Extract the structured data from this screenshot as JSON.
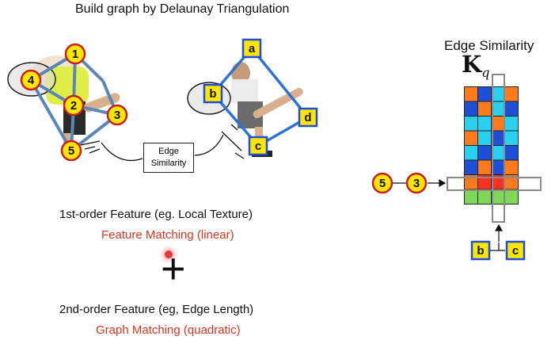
{
  "title": "Build graph by Delaunay Triangulation",
  "edge_similarity_box": [
    "Edge",
    "Similarity"
  ],
  "matrix": {
    "title": "Edge Similarity",
    "symbol_main": "K",
    "symbol_sub": "q",
    "column_colors": [
      [
        "#ff7a1a",
        "#1f4fd6",
        "#2ad0f0",
        "#ff7a1a"
      ],
      [
        "#1f4fd6",
        "#ff7a1a",
        "#2ad0f0",
        "#1f4fd6"
      ],
      [
        "#2ad0f0",
        "#2ad0f0",
        "#ff7a1a",
        "#2ad0f0"
      ],
      [
        "#ff7a1a",
        "#2ad0f0",
        "#1f4fd6",
        "#2ad0f0"
      ],
      [
        "#2ad0f0",
        "#1f4fd6",
        "#2ad0f0",
        "#1f4fd6"
      ],
      [
        "#1f4fd6",
        "#ff7a1a",
        "#1f4fd6",
        "#ff7a1a"
      ],
      [
        "#ff7a1a",
        "#ff3020",
        "#ff3020",
        "#ff7a1a"
      ],
      [
        "#7ed957",
        "#7ed957",
        "#7ed957",
        "#7ed957"
      ]
    ]
  },
  "left_graph_nodes": [
    "1",
    "2",
    "3",
    "4",
    "5"
  ],
  "right_graph_nodes": [
    "a",
    "b",
    "c",
    "d"
  ],
  "row_pair": [
    "5",
    "3"
  ],
  "col_pair": [
    "b",
    "c"
  ],
  "text": {
    "first_order": "1st-order Feature (eg. Local Texture)",
    "feature_matching": "Feature Matching (linear)",
    "plus": "+",
    "second_order": "2nd-order Feature (eg, Edge Length)",
    "graph_matching": "Graph Matching (quadratic)"
  },
  "colors": {
    "node_fill": "#ffe600",
    "node_stroke": "#c81e1e",
    "letter_stroke": "#1f4fd6",
    "edge_color": "#5a87b8",
    "red_text": "#d9341f"
  }
}
